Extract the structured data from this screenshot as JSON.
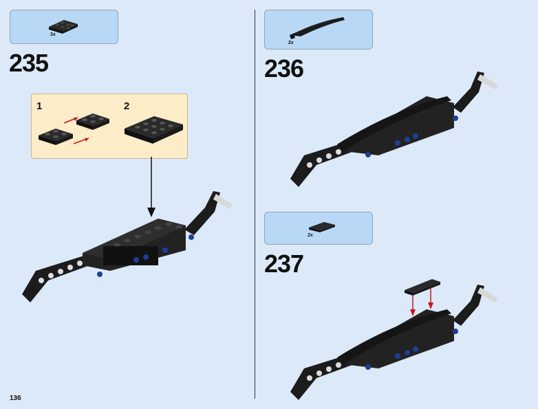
{
  "page_number": "136",
  "steps": [
    {
      "number": "235",
      "parts_qty": "3x",
      "substeps": [
        "1",
        "2"
      ]
    },
    {
      "number": "236",
      "parts_qty": "2x"
    },
    {
      "number": "237",
      "parts_qty": "2x"
    }
  ],
  "colors": {
    "background": "#dce9f8",
    "parts_box": "#b9d8f5",
    "substep_box": "#fcecc8",
    "brick_black": "#1c1c1c",
    "brick_gray": "#d8d8d8",
    "brick_blue": "#1f3f95",
    "arrow_red": "#c4161c"
  }
}
